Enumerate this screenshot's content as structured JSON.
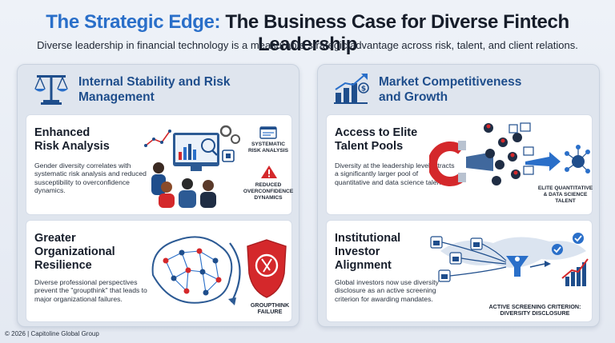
{
  "header": {
    "title_accent": "The Strategic Edge:",
    "title_rest": " The Business Case for Diverse Fintech Leadership",
    "subtitle": "Diverse leadership in financial technology is a measurable strategic advantage across risk, talent, and client relations."
  },
  "left_panel": {
    "title": "Internal Stability and Risk Management",
    "icon": "scales-of-justice-icon",
    "cards": [
      {
        "title": "Enhanced\nRisk Analysis",
        "body": "Gender diversity correlates with systematic risk analysis and reduced susceptibility to overconfidence dynamics.",
        "art_label_1": "SYSTEMATIC\nRISK ANALYSIS",
        "art_label_2": "REDUCED\nOVERCONFIDENCE\nDYNAMICS"
      },
      {
        "title": "Greater\nOrganizational\nResilience",
        "body": "Diverse professional perspectives prevent the \"groupthink\" that leads to major organizational failures.",
        "art_label_1": "GROUPTHINK\nFAILURE"
      }
    ]
  },
  "right_panel": {
    "title": "Market Competitiveness and Growth",
    "icon": "growth-chart-icon",
    "cards": [
      {
        "title": "Access to Elite\nTalent Pools",
        "body": "Diversity at the leadership level attracts a significantly larger pool of quantitative and data science talent.",
        "art_label_1": "ELITE QUANTITATIVE\n& DATA SCIENCE\nTALENT"
      },
      {
        "title": "Institutional\nInvestor\nAlignment",
        "body": "Global investors now use diversity disclosure as an active screening criterion for awarding mandates.",
        "art_label_1": "ACTIVE SCREENING CRITERION:\nDIVERSITY DISCLOSURE"
      }
    ]
  },
  "footer": {
    "text": "© 2026 | Capitoline Global Group"
  },
  "colors": {
    "accent": "#2a6fc9",
    "navy": "#1f4e8c",
    "red": "#d4282b"
  }
}
